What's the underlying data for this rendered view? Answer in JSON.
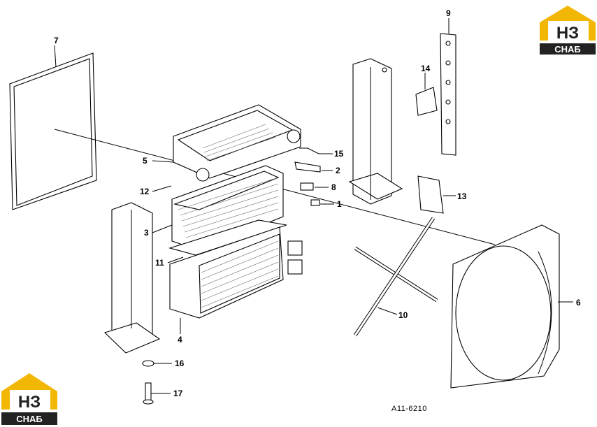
{
  "logo": {
    "top_letters": "НЗ",
    "bottom_letters": "СНАБ",
    "accent": "#f2b705",
    "dark": "#222222"
  },
  "drawing_id": "A11-6210",
  "callouts": {
    "c1": "1",
    "c2": "2",
    "c3": "3",
    "c4": "4",
    "c5": "5",
    "c6": "6",
    "c7": "7",
    "c8": "8",
    "c9": "9",
    "c10": "10",
    "c11": "11",
    "c12": "12",
    "c13": "13",
    "c14": "14",
    "c15": "15",
    "c16": "16",
    "c17": "17"
  }
}
